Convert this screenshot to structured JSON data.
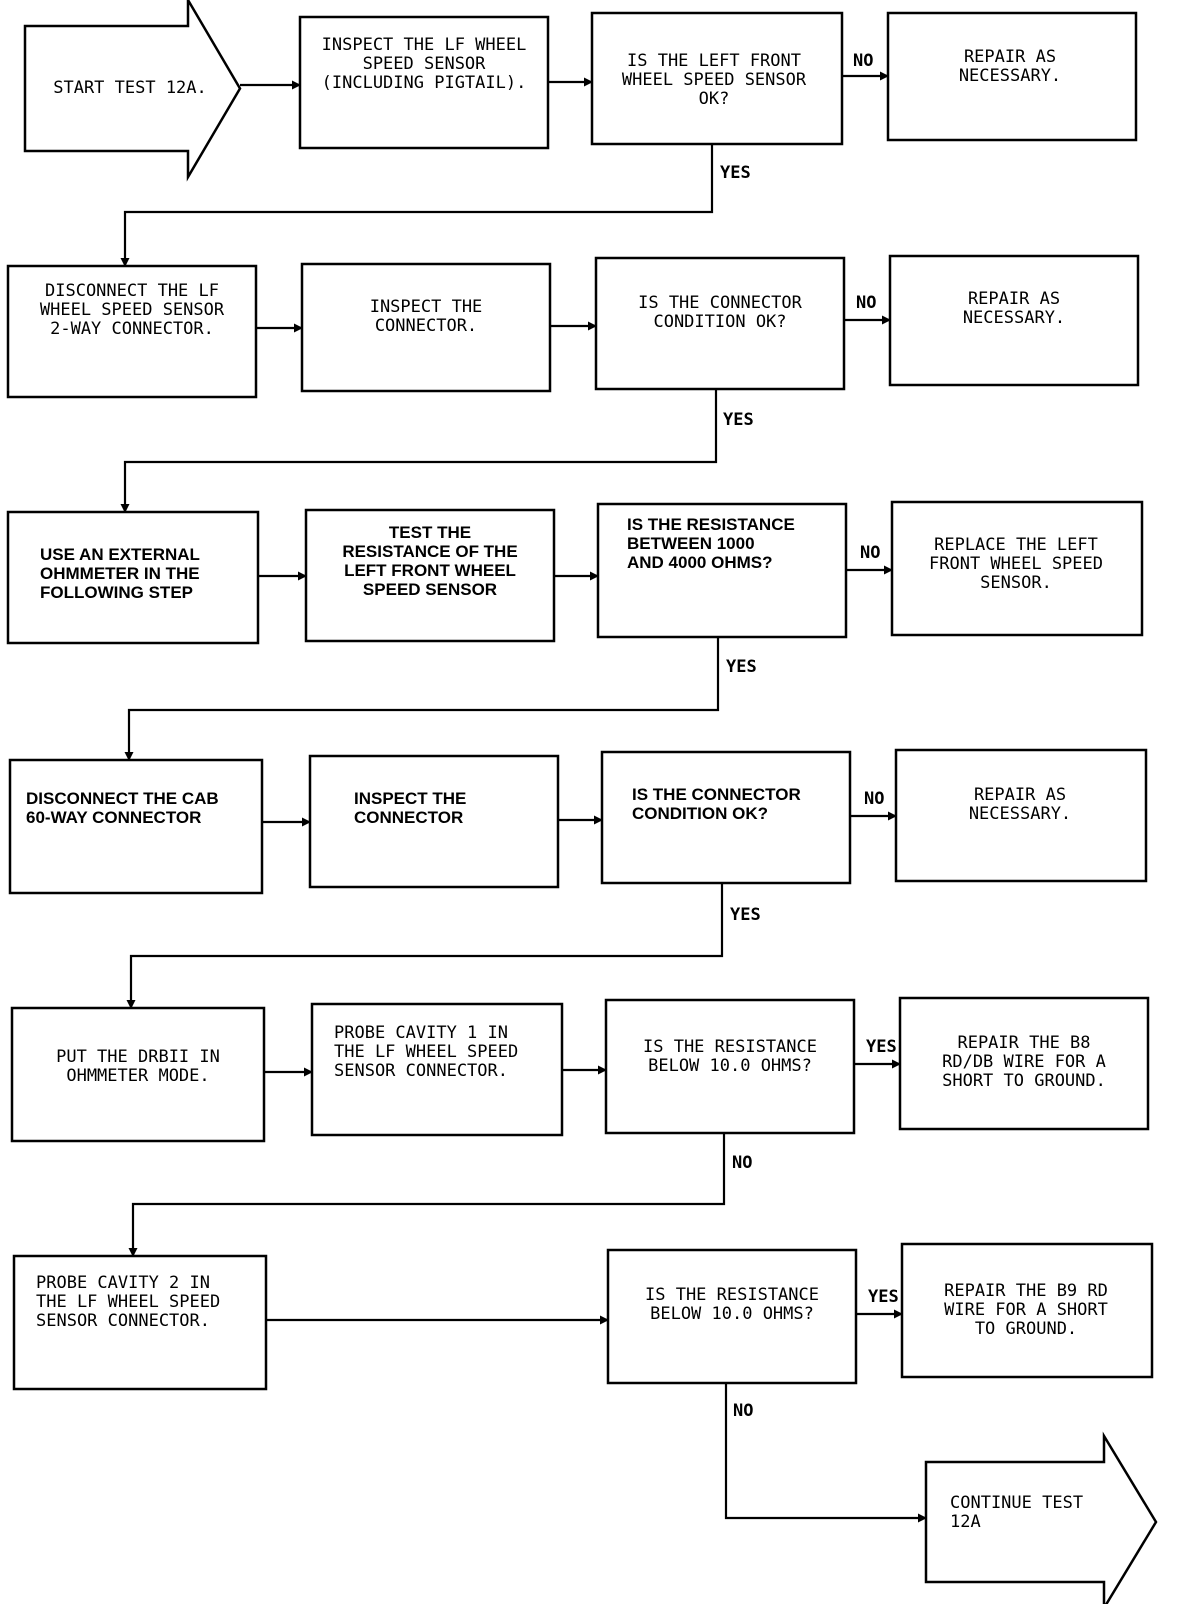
{
  "start": [
    "START TEST 12A."
  ],
  "continue": [
    "CONTINUE TEST",
    "12A"
  ],
  "rows": [
    {
      "action1": [
        "INSPECT THE LF WHEEL",
        "SPEED SENSOR",
        "(INCLUDING PIGTAIL)."
      ],
      "question": [
        "IS THE LEFT FRONT",
        "WHEEL SPEED SENSOR",
        "OK?"
      ],
      "no_label": "NO",
      "result": [
        "REPAIR AS",
        "NECESSARY."
      ],
      "yes_label": "YES"
    },
    {
      "action0": [
        "DISCONNECT THE LF",
        "WHEEL SPEED SENSOR",
        "2-WAY CONNECTOR."
      ],
      "action1": [
        "INSPECT THE",
        "CONNECTOR."
      ],
      "question": [
        "IS THE CONNECTOR",
        "CONDITION OK?"
      ],
      "no_label": "NO",
      "result": [
        "REPAIR AS",
        "NECESSARY."
      ],
      "yes_label": "YES"
    },
    {
      "action0": [
        "USE AN EXTERNAL",
        "OHMMETER IN THE",
        "FOLLOWING STEP"
      ],
      "action1": [
        "TEST THE",
        "RESISTANCE OF THE",
        "LEFT FRONT WHEEL",
        "SPEED SENSOR"
      ],
      "question": [
        "IS THE RESISTANCE",
        "BETWEEN 1000",
        "AND 4000 OHMS?"
      ],
      "no_label": "NO",
      "result": [
        "REPLACE THE LEFT",
        "FRONT WHEEL SPEED",
        "SENSOR."
      ],
      "yes_label": "YES"
    },
    {
      "action0": [
        "DISCONNECT THE CAB",
        "60-WAY CONNECTOR"
      ],
      "action1": [
        "INSPECT THE",
        "CONNECTOR"
      ],
      "question": [
        "IS THE CONNECTOR",
        "CONDITION OK?"
      ],
      "no_label": "NO",
      "result": [
        "REPAIR AS",
        "NECESSARY."
      ],
      "yes_label": "YES"
    },
    {
      "action0": [
        "PUT THE DRBII IN",
        "OHMMETER MODE."
      ],
      "action1": [
        "PROBE CAVITY 1 IN",
        "THE LF WHEEL SPEED",
        "SENSOR CONNECTOR."
      ],
      "question": [
        "IS THE RESISTANCE",
        "BELOW 10.0 OHMS?"
      ],
      "side_label": "YES",
      "result": [
        "REPAIR THE B8",
        "RD/DB WIRE FOR A",
        "SHORT TO GROUND."
      ],
      "down_label": "NO"
    },
    {
      "action0": [
        "PROBE CAVITY 2 IN",
        "THE LF WHEEL SPEED",
        "SENSOR CONNECTOR."
      ],
      "question": [
        "IS THE RESISTANCE",
        "BELOW 10.0 OHMS?"
      ],
      "side_label": "YES",
      "result": [
        "REPAIR THE B9 RD",
        "WIRE FOR A SHORT",
        "TO GROUND."
      ],
      "down_label": "NO"
    }
  ]
}
